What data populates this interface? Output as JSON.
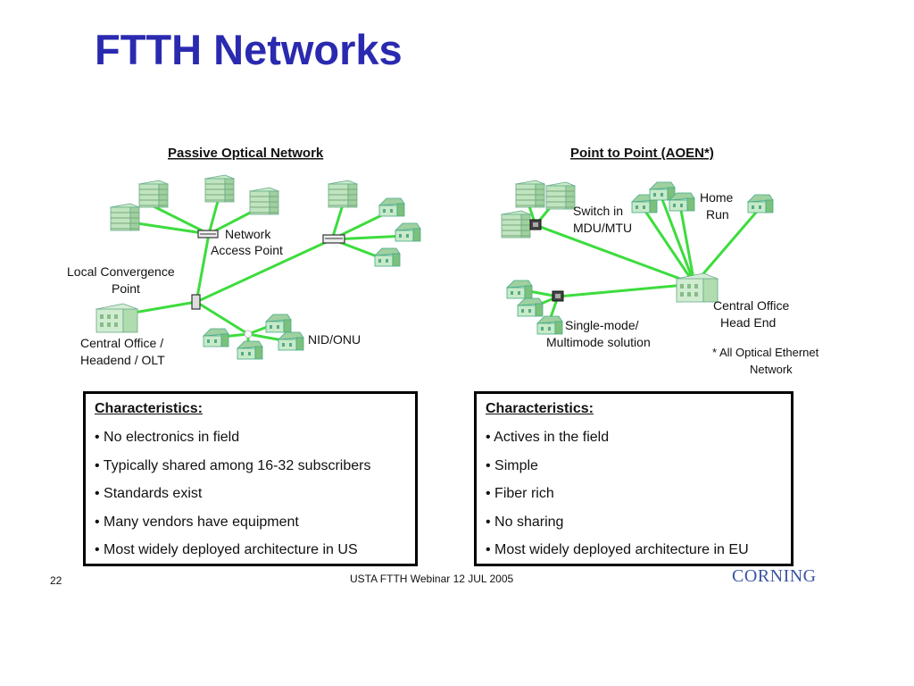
{
  "slide": {
    "title": "FTTH Networks",
    "page_number": "22",
    "footer_center": "USTA FTTH Webinar 12 JUL 2005",
    "logo": "CORNING",
    "colors": {
      "title": "#2a2ab0",
      "fiber": "#3ddc3d",
      "logo": "#3a55a5"
    }
  },
  "pon": {
    "heading": "Passive Optical Network",
    "label_nap_1": "Network",
    "label_nap_2": "Access Point",
    "label_lcp_1": "Local Convergence",
    "label_lcp_2": "Point",
    "label_co_1": "Central Office /",
    "label_co_2": "Headend / OLT",
    "label_nid": "NID/ONU",
    "characteristics_title": "Characteristics:",
    "characteristics": [
      "No electronics in field",
      "Typically shared among 16-32 subscribers",
      "Standards exist",
      "Many vendors have equipment",
      "Most widely deployed architecture in US"
    ]
  },
  "p2p": {
    "heading": "Point to Point (AOEN*)",
    "label_switch_1": "Switch in",
    "label_switch_2": "MDU/MTU",
    "label_home_1": "Home",
    "label_home_2": "Run",
    "label_co_1": "Central Office",
    "label_co_2": "Head End",
    "label_mode_1": "Single-mode/",
    "label_mode_2": "Multimode solution",
    "footnote_1": "* All Optical Ethernet",
    "footnote_2": "Network",
    "characteristics_title": "Characteristics:",
    "characteristics": [
      "Actives in the field",
      "Simple",
      "Fiber rich",
      "No sharing",
      "Most widely deployed architecture in EU"
    ]
  }
}
